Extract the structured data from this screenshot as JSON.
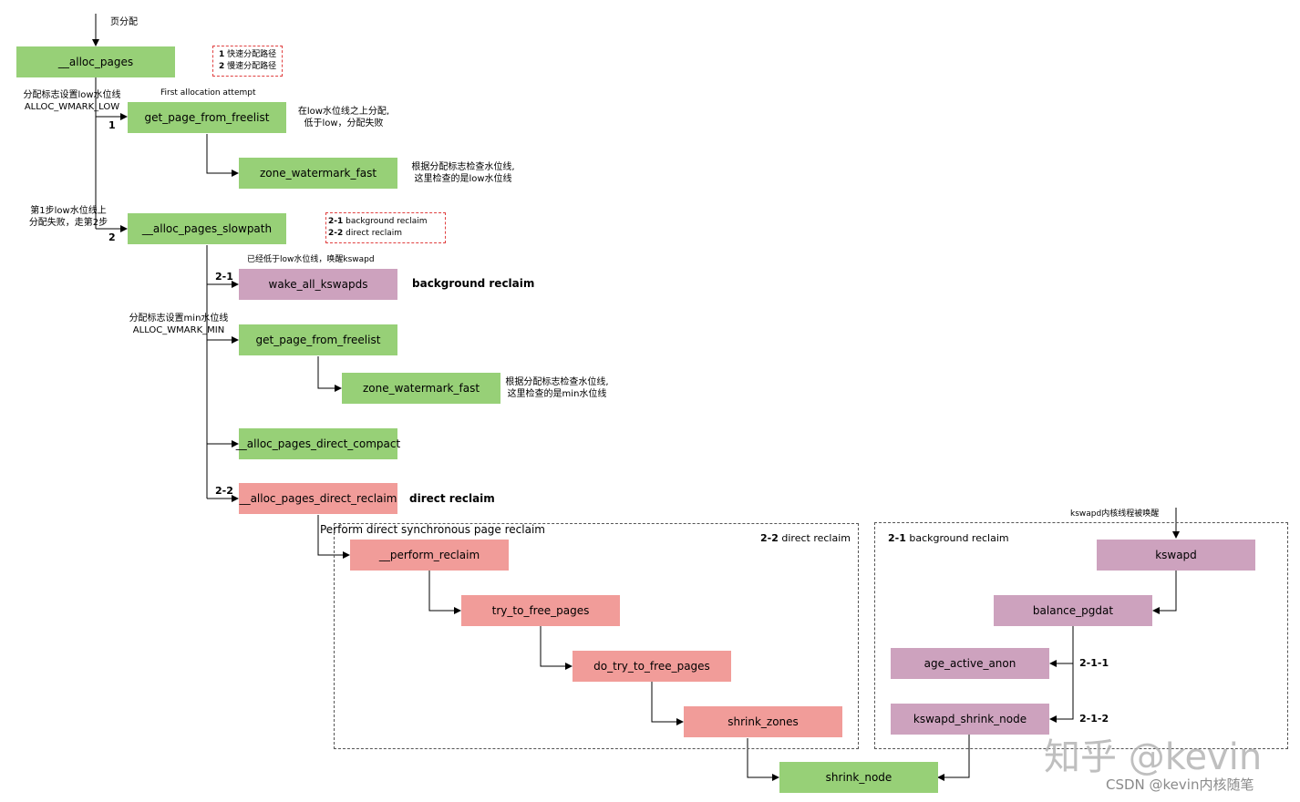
{
  "nodes": {
    "alloc_pages": "__alloc_pages",
    "gpff1": "get_page_from_freelist",
    "zwf1": "zone_watermark_fast",
    "slowpath": "__alloc_pages_slowpath",
    "wake_kswapds": "wake_all_kswapds",
    "gpff2": "get_page_from_freelist",
    "zwf2": "zone_watermark_fast",
    "direct_compact": "__alloc_pages_direct_compact",
    "direct_reclaim": "__alloc_pages_direct_reclaim",
    "perform_reclaim": "__perform_reclaim",
    "try_to_free_pages": "try_to_free_pages",
    "do_try_to_free_pages": "do_try_to_free_pages",
    "shrink_zones": "shrink_zones",
    "shrink_node": "shrink_node",
    "kswapd": "kswapd",
    "balance_pgdat": "balance_pgdat",
    "age_active_anon": "age_active_anon",
    "kswapd_shrink_node": "kswapd_shrink_node"
  },
  "labels": {
    "page_alloc": "页分配",
    "first_attempt": "First allocation attempt",
    "low_flag_1": "分配标志设置low水位线",
    "low_flag_2": "ALLOC_WMARK_LOW",
    "above_low_1": "在low水位线之上分配,",
    "above_low_2": "低于low，分配失败",
    "check_low_1": "根据分配标志检查水位线,",
    "check_low_2": "这里检查的是low水位线",
    "step1_fail_1": "第1步low水位线上",
    "step1_fail_2": "分配失败，走第2步",
    "below_low": "已经低于low水位线，唤醒kswapd",
    "background_reclaim": "background reclaim",
    "min_flag_1": "分配标志设置min水位线",
    "min_flag_2": "ALLOC_WMARK_MIN",
    "check_min_1": "根据分配标志检查水位线,",
    "check_min_2": "这里检查的是min水位线",
    "direct_reclaim": "direct reclaim",
    "perform_sync": "Perform direct synchronous page reclaim",
    "kswapd_wakeup": "kswapd内核线程被唤醒"
  },
  "steps": {
    "s1": "1",
    "s2": "2",
    "s21": "2-1",
    "s22": "2-2",
    "s211": "2-1-1",
    "s212": "2-1-2"
  },
  "notes": {
    "path_n1": "1",
    "path_t1": "快速分配路径",
    "path_n2": "2",
    "path_t2": "慢速分配路径",
    "rec_n1": "2-1",
    "rec_t1": "background reclaim",
    "rec_n2": "2-2",
    "rec_t2": "direct reclaim"
  },
  "regions": {
    "direct_num": "2-2",
    "direct_text": "direct reclaim",
    "bg_num": "2-1",
    "bg_text": "background reclaim"
  },
  "watermarks": {
    "zhihu": "知乎 @kevin",
    "csdn": "CSDN @kevin内核随笔"
  },
  "colors": {
    "green": "#97d077",
    "purple": "#cda2be",
    "red": "#f19c99"
  }
}
